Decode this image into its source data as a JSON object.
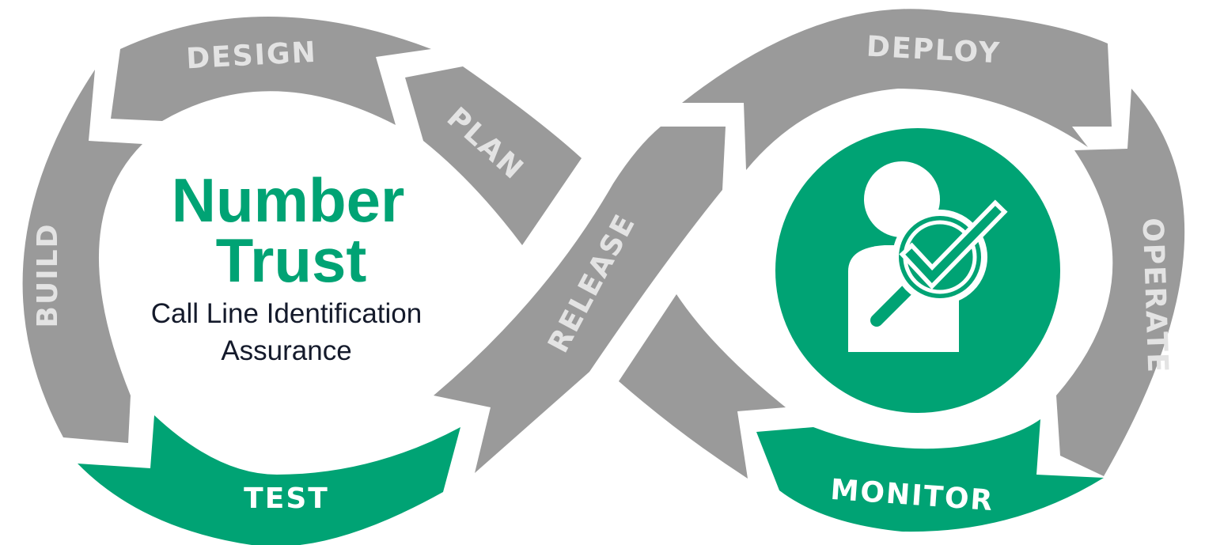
{
  "title": {
    "line1": "Number",
    "line2": "Trust"
  },
  "subtitle": {
    "line1": "Call Line Identification",
    "line2": "Assurance"
  },
  "stages": {
    "design": "DESIGN",
    "plan": "PLAN",
    "build": "BUILD",
    "test": "TEST",
    "release": "RELEASE",
    "deploy": "DEPLOY",
    "operate": "OPERATE",
    "monitor": "MONITOR"
  },
  "icon": "person-verified-magnifier-icon",
  "colors": {
    "green": "#00a374",
    "gray": "#9a9a9a",
    "label": "#e3e3e3",
    "text": "#141a2b"
  }
}
